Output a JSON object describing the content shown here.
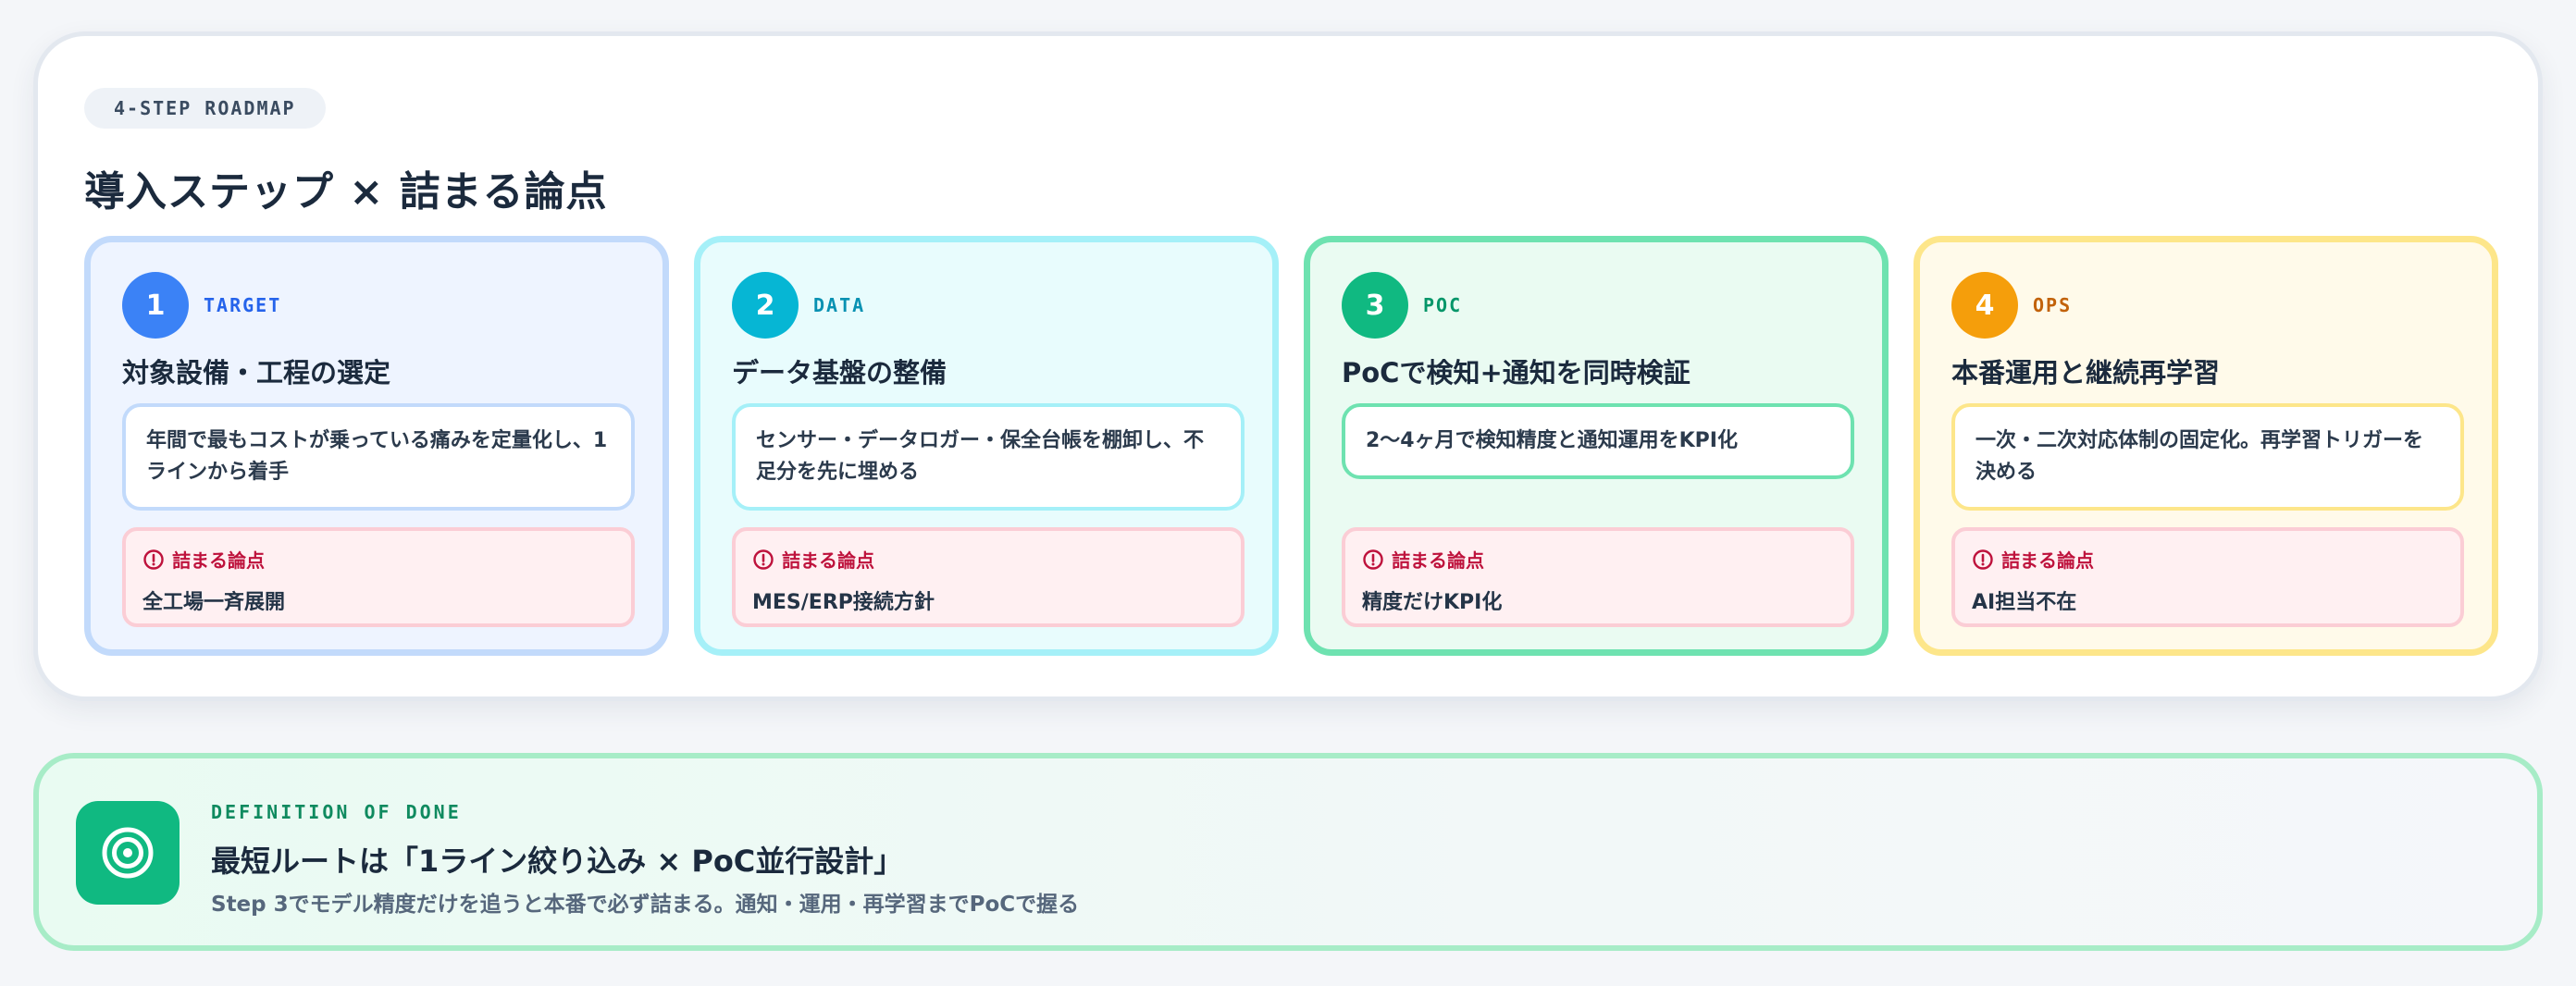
{
  "roadmap": {
    "tag": "4-STEP ROADMAP",
    "title": "導入ステップ × 詰まる論点",
    "issue_label": "詰まる論点",
    "steps": [
      {
        "number": "1",
        "code": "TARGET",
        "title": "対象設備・工程の選定",
        "description": "年間で最もコストが乗っている痛みを定量化し、1ラインから着手",
        "issue": "全工場一斉展開",
        "color": "#3b82f6",
        "code_color": "#2563eb",
        "card_bg": "#eef4ff",
        "card_border": "#c2dafb",
        "desc_border": "#c2dafb"
      },
      {
        "number": "2",
        "code": "DATA",
        "title": "データ基盤の整備",
        "description": "センサー・データロガー・保全台帳を棚卸し、不足分を先に埋める",
        "issue": "MES/ERP接続方針",
        "color": "#06b6d4",
        "code_color": "#0891b2",
        "card_bg": "#e8fcfd",
        "card_border": "#a5f0f8",
        "desc_border": "#a5f0f8"
      },
      {
        "number": "3",
        "code": "POC",
        "title": "PoCで検知+通知を同時検証",
        "description": "2〜4ヶ月で検知精度と通知運用をKPI化",
        "issue": "精度だけKPI化",
        "color": "#10b981",
        "code_color": "#059669",
        "card_bg": "#eafbf2",
        "card_border": "#6ee2b0",
        "desc_border": "#6ee2b0"
      },
      {
        "number": "4",
        "code": "OPS",
        "title": "本番運用と継続再学習",
        "description": "一次・二次対応体制の固定化。再学習トリガーを決める",
        "issue": "AI担当不在",
        "color": "#f59e0b",
        "code_color": "#c2620a",
        "card_bg": "#fffaea",
        "card_border": "#fde68a",
        "desc_border": "#fde68a"
      }
    ]
  },
  "definition_of_done": {
    "label": "DEFINITION OF DONE",
    "title": "最短ルートは「1ライン絞り込み × PoC並行設計」",
    "subtitle": "Step 3でモデル精度だけを追うと本番で必ず詰まる。通知・運用・再学習までPoCで握る",
    "icon": "target-icon"
  }
}
